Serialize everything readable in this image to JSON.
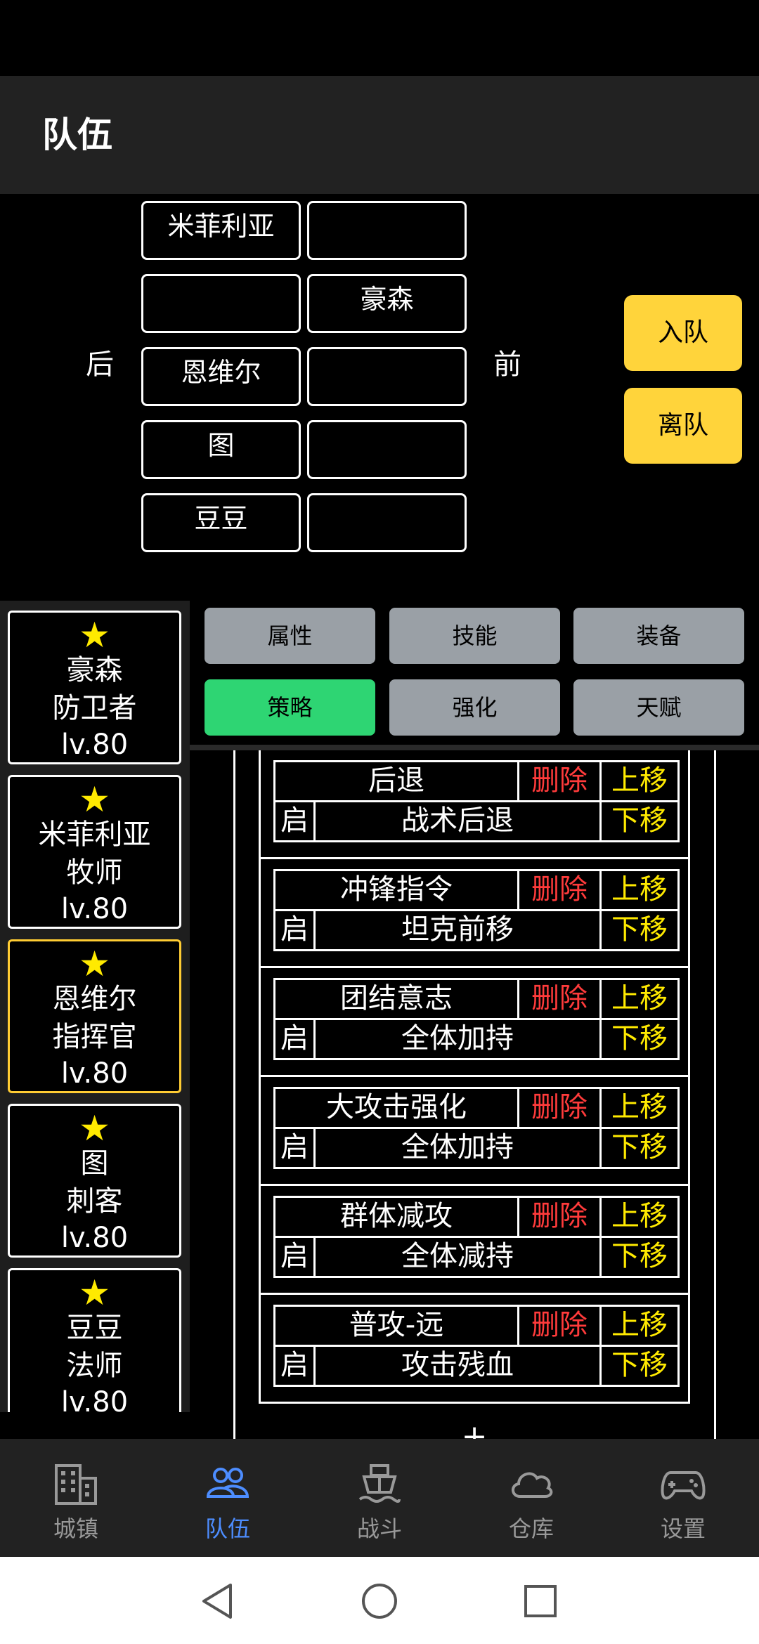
{
  "header": {
    "title": "队伍"
  },
  "formation": {
    "back_label": "后",
    "front_label": "前",
    "back_slots": [
      "米菲利亚",
      "",
      "恩维尔",
      "图",
      "豆豆"
    ],
    "front_slots": [
      "",
      "豪森",
      "",
      "",
      ""
    ],
    "join_button": "入队",
    "leave_button": "离队"
  },
  "roster": [
    {
      "name": "豪森",
      "role": "防卫者",
      "level": "lv.80",
      "selected": false
    },
    {
      "name": "米菲利亚",
      "role": "牧师",
      "level": "lv.80",
      "selected": false
    },
    {
      "name": "恩维尔",
      "role": "指挥官",
      "level": "lv.80",
      "selected": true
    },
    {
      "name": "图",
      "role": "刺客",
      "level": "lv.80",
      "selected": false
    },
    {
      "name": "豆豆",
      "role": "法师",
      "level": "lv.80",
      "selected": false
    }
  ],
  "tabs": [
    {
      "label": "属性",
      "active": false
    },
    {
      "label": "技能",
      "active": false
    },
    {
      "label": "装备",
      "active": false
    },
    {
      "label": "策略",
      "active": true
    },
    {
      "label": "强化",
      "active": false
    },
    {
      "label": "天赋",
      "active": false
    }
  ],
  "strategies": [
    {
      "name": "后退",
      "action": "战术后退"
    },
    {
      "name": "冲锋指令",
      "action": "坦克前移"
    },
    {
      "name": "团结意志",
      "action": "全体加持"
    },
    {
      "name": "大攻击强化",
      "action": "全体加持"
    },
    {
      "name": "群体减攻",
      "action": "全体减持"
    },
    {
      "name": "普攻-远",
      "action": "攻击残血"
    }
  ],
  "strategy_labels": {
    "delete": "删除",
    "move_up": "上移",
    "move_down": "下移",
    "enabled": "启"
  },
  "add_label": "+",
  "nav": [
    {
      "label": "城镇",
      "icon": "building-icon",
      "active": false
    },
    {
      "label": "队伍",
      "icon": "people-icon",
      "active": true
    },
    {
      "label": "战斗",
      "icon": "ship-icon",
      "active": false
    },
    {
      "label": "仓库",
      "icon": "cloud-icon",
      "active": false
    },
    {
      "label": "设置",
      "icon": "gamepad-icon",
      "active": false
    }
  ],
  "colors": {
    "accent_yellow": "#ffd43b",
    "active_tab_green": "#2ed573",
    "delete_red": "#ff3b3b",
    "move_yellow": "#ffea00",
    "nav_active_blue": "#4d8dff",
    "selected_border": "#ffcc33"
  }
}
